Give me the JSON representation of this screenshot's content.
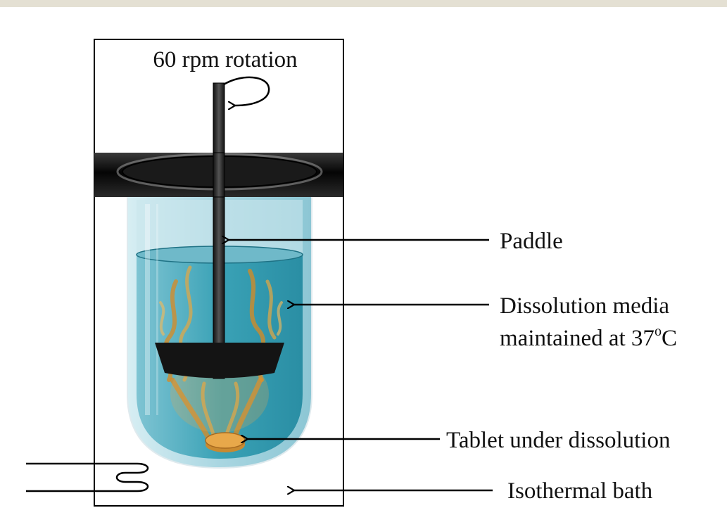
{
  "diagram": {
    "rotation_label": "60 rpm rotation",
    "labels": {
      "paddle": "Paddle",
      "media_line1": "Dissolution media",
      "media_line2": "maintained at 37",
      "media_degree": "o",
      "media_unit": "C",
      "tablet": "Tablet under dissolution",
      "bath": "Isothermal bath"
    },
    "colors": {
      "top_bar": "#e4e0d3",
      "media": "#2f9bb0",
      "media_light": "#7fc4d3",
      "vessel_glass": "#bfe0e8",
      "ring": "#111111",
      "paddle_blade": "#141414",
      "plume": "#d98a20",
      "tablet": "#e8a84a"
    }
  }
}
